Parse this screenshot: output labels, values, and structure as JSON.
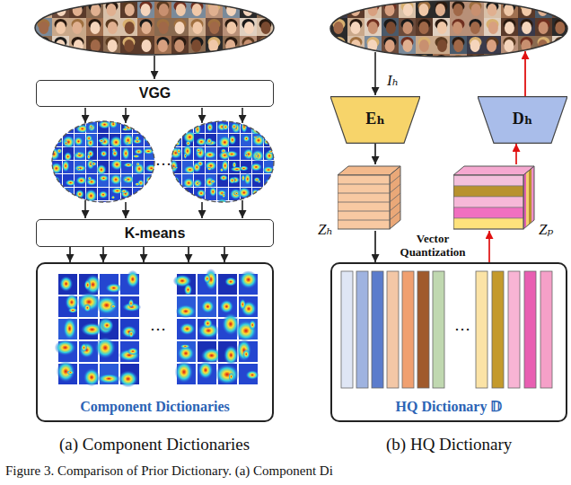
{
  "diagram": {
    "caption": "Figure 3. Comparison of Prior Dictionary. (a) Component Di",
    "nodes": [
      {
        "text": [
          "VGG"
        ]
      },
      {
        "text": [
          "K-means"
        ]
      },
      {
        "text": [
          "Component Dictionaries"
        ]
      },
      {
        "text": [
          "Eₕ"
        ]
      },
      {
        "text": [
          "Dₕ"
        ]
      },
      {
        "text": [
          "Zₕ"
        ]
      },
      {
        "text": [
          "Zₚ"
        ]
      },
      {
        "text": [
          "HQ Dictionary 𝔻"
        ]
      }
    ],
    "edges": [
      {
        "from": 1,
        "to": 2,
        "arrow": "to"
      },
      {
        "from": 3,
        "to": 5,
        "arrow": "to"
      },
      {
        "from": 5,
        "to": 7,
        "arrow": "to"
      },
      {
        "from": 7,
        "to": 6,
        "arrow": "to"
      },
      {
        "from": 6,
        "to": 4,
        "arrow": "to"
      }
    ],
    "labels": [
      "Iₕ",
      "…",
      "…",
      "Vector Quantization",
      "…",
      "(a) Component Dictionaries",
      "(b) HQ Dictionary"
    ]
  }
}
